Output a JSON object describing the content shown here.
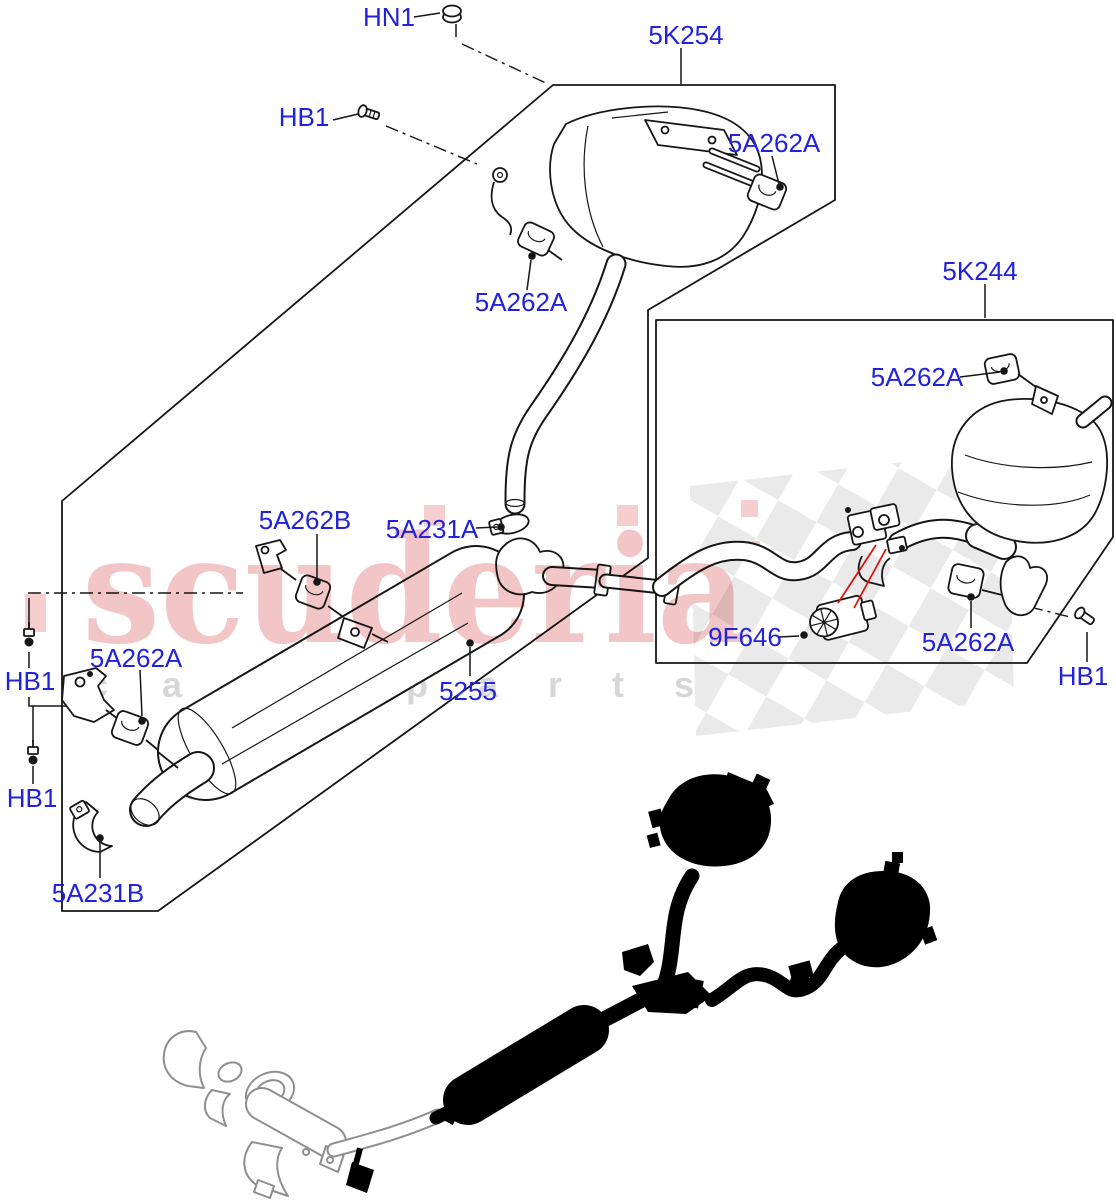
{
  "watermark": {
    "brand": "scuderia",
    "sub_word_1": "car",
    "sub_word_2": "parts"
  },
  "colors": {
    "label_blue": "#2222dd",
    "line_black": "#161616",
    "leader_red": "#e01212",
    "watermark_pink": "#efb9b9",
    "watermark_gray": "#d7d7d7",
    "checker_gray": "#e8e8e8",
    "silhouette_black": "#000000"
  },
  "part_labels": [
    {
      "id": "hn1",
      "text": "HN1"
    },
    {
      "id": "kit-5k254",
      "text": "5K254"
    },
    {
      "id": "hb1-top",
      "text": "HB1"
    },
    {
      "id": "5a262a-top",
      "text": "5A262A"
    },
    {
      "id": "5a262a-mid",
      "text": "5A262A"
    },
    {
      "id": "kit-5k244",
      "text": "5K244"
    },
    {
      "id": "5a262a-box-top",
      "text": "5A262A"
    },
    {
      "id": "5a262b",
      "text": "5A262B"
    },
    {
      "id": "5a231a",
      "text": "5A231A"
    },
    {
      "id": "9f646",
      "text": "9F646"
    },
    {
      "id": "5a262a-box-low",
      "text": "5A262A"
    },
    {
      "id": "hb1-right",
      "text": "HB1"
    },
    {
      "id": "5255",
      "text": "5255"
    },
    {
      "id": "5a262a-left",
      "text": "5A262A"
    },
    {
      "id": "hb1-left-1",
      "text": "HB1"
    },
    {
      "id": "hb1-left-2",
      "text": "HB1"
    },
    {
      "id": "5a231b",
      "text": "5A231B"
    }
  ]
}
